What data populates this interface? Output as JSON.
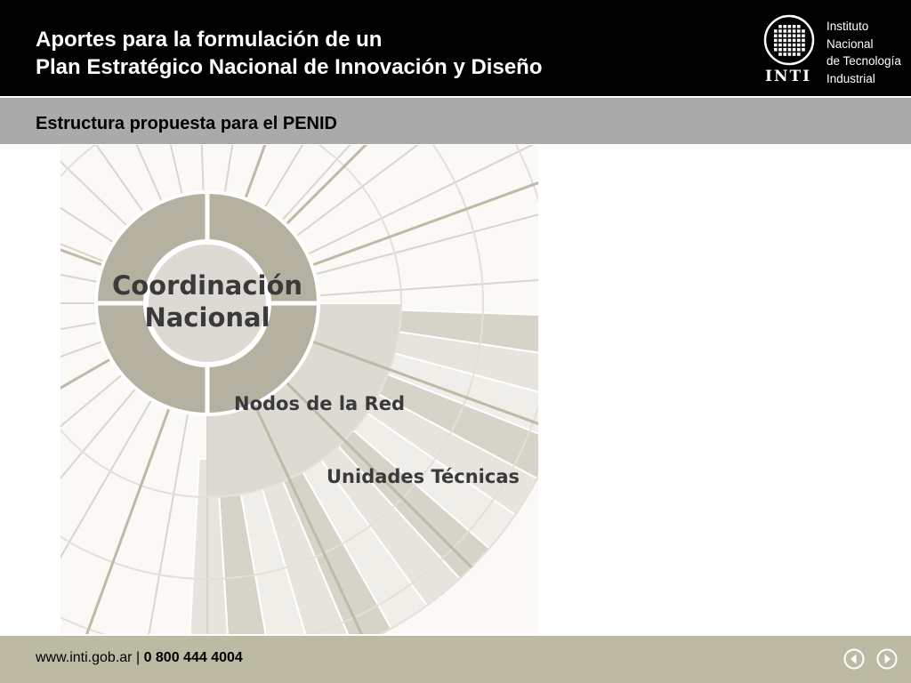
{
  "header": {
    "title_line1": "Aportes para la formulación de un",
    "title_line2": "Plan Estratégico Nacional de Innovación y Diseño"
  },
  "logo": {
    "wordmark": "INTI",
    "line1": "Instituto",
    "line2": "Nacional",
    "line3": "de Tecnología",
    "line4": "Industrial"
  },
  "subtitle": "Estructura propuesta para el PENID",
  "diagram": {
    "center_line1": "Coordinación",
    "center_line2": "Nacional",
    "label_nodes": "Nodos de la Red",
    "label_units": "Unidades Técnicas"
  },
  "footer": {
    "url": "www.inti.gob.ar",
    "separator": "|",
    "phone": "0 800 444 4004"
  },
  "nav": {
    "prev_icon": "arrow-left-circle-icon",
    "next_icon": "arrow-right-circle-icon"
  },
  "colors": {
    "header_bg": "#000000",
    "subbar_bg": "#aaaaaa",
    "footer_bg": "#bdbaa4",
    "ring_dark": "#b4b1a0",
    "ring_light": "#dcdad2"
  }
}
